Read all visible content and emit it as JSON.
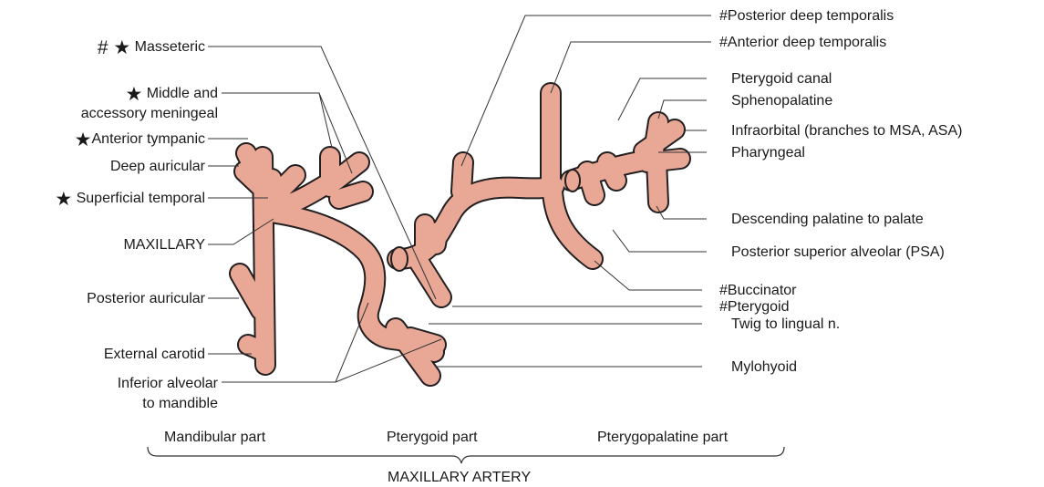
{
  "colors": {
    "artery": "#e9a896",
    "outline": "#231f20",
    "line": "#333333",
    "text": "#1a1a1a"
  },
  "labels": {
    "masseteric": {
      "mark": "# ★",
      "text": "Masseteric"
    },
    "middle_meningeal_1": {
      "mark": "★",
      "text": "Middle and"
    },
    "middle_meningeal_2": {
      "text": "accessory meningeal"
    },
    "anterior_tympanic": {
      "mark": "★",
      "text": "Anterior tympanic"
    },
    "deep_auricular": {
      "text": "Deep auricular"
    },
    "superficial_temporal": {
      "mark": "★",
      "text": "Superficial temporal"
    },
    "maxillary": {
      "text": "MAXILLARY"
    },
    "posterior_auricular": {
      "text": "Posterior auricular"
    },
    "external_carotid": {
      "text": "External carotid"
    },
    "inferior_alveolar_1": {
      "text": "Inferior alveolar"
    },
    "inferior_alveolar_2": {
      "text": "to mandible"
    },
    "posterior_deep_temporalis": {
      "mark": "#",
      "text": "Posterior deep temporalis"
    },
    "anterior_deep_temporalis": {
      "mark": "#",
      "text": "Anterior deep temporalis"
    },
    "pterygoid_canal": {
      "text": "Pterygoid canal"
    },
    "sphenopalatine": {
      "text": "Sphenopalatine"
    },
    "infraorbital": {
      "text": "Infraorbital (branches to MSA, ASA)"
    },
    "pharyngeal": {
      "text": "Pharyngeal"
    },
    "descending_palatine": {
      "text": "Descending palatine to palate"
    },
    "psa": {
      "text": "Posterior superior alveolar (PSA)"
    },
    "buccinator": {
      "mark": "#",
      "text": "Buccinator"
    },
    "pterygoid": {
      "mark": "#",
      "text": "Pterygoid"
    },
    "twig_lingual": {
      "text": "Twig to lingual n."
    },
    "mylohyoid": {
      "text": "Mylohyoid"
    }
  },
  "parts": {
    "mandibular": "Mandibular part",
    "pterygoid": "Pterygoid part",
    "pterygopalatine": "Pterygopalatine part",
    "artery_title": "MAXILLARY ARTERY"
  }
}
